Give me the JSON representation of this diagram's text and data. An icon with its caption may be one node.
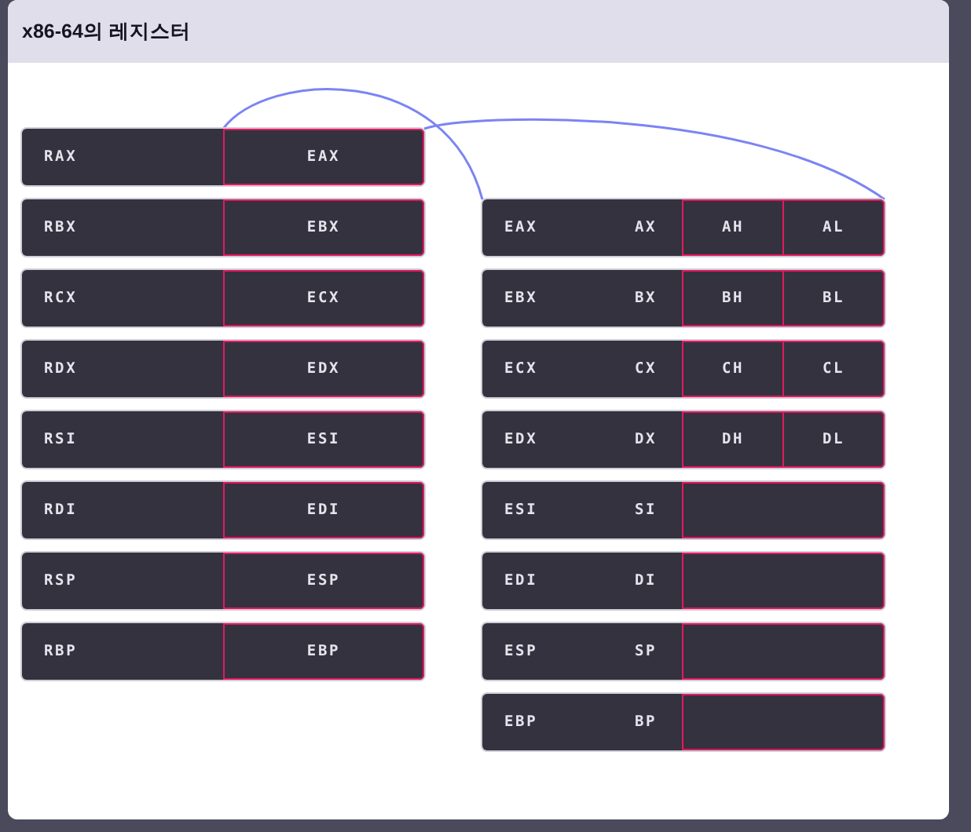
{
  "diagram": {
    "title": "x86-64의 레지스터",
    "nodes": [
      {
        "text": [
          "RAX"
        ]
      },
      {
        "text": [
          "EAX"
        ],
        "in": 0
      },
      {
        "text": [
          "RBX"
        ]
      },
      {
        "text": [
          "EBX"
        ],
        "in": 2
      },
      {
        "text": [
          "RCX"
        ]
      },
      {
        "text": [
          "ECX"
        ],
        "in": 4
      },
      {
        "text": [
          "RDX"
        ]
      },
      {
        "text": [
          "EDX"
        ],
        "in": 6
      },
      {
        "text": [
          "RSI"
        ]
      },
      {
        "text": [
          "ESI"
        ],
        "in": 8
      },
      {
        "text": [
          "RDI"
        ]
      },
      {
        "text": [
          "EDI"
        ],
        "in": 10
      },
      {
        "text": [
          "RSP"
        ]
      },
      {
        "text": [
          "ESP"
        ],
        "in": 12
      },
      {
        "text": [
          "RBP"
        ]
      },
      {
        "text": [
          "EBP"
        ],
        "in": 14
      },
      {
        "text": [
          "EAX",
          "AX"
        ]
      },
      {
        "text": [
          "AH"
        ],
        "in": 16
      },
      {
        "text": [
          "AL"
        ],
        "in": 16
      },
      {
        "text": [
          "EBX",
          "BX"
        ]
      },
      {
        "text": [
          "BH"
        ],
        "in": 19
      },
      {
        "text": [
          "BL"
        ],
        "in": 19
      },
      {
        "text": [
          "ECX",
          "CX"
        ]
      },
      {
        "text": [
          "CH"
        ],
        "in": 22
      },
      {
        "text": [
          "CL"
        ],
        "in": 22
      },
      {
        "text": [
          "EDX",
          "DX"
        ]
      },
      {
        "text": [
          "DH"
        ],
        "in": 25
      },
      {
        "text": [
          "DL"
        ],
        "in": 25
      },
      {
        "text": [
          "ESI",
          "SI"
        ]
      },
      {
        "text": [],
        "shape": "box",
        "in": 28
      },
      {
        "text": [
          "EDI",
          "DI"
        ]
      },
      {
        "text": [],
        "shape": "box",
        "in": 30
      },
      {
        "text": [
          "ESP",
          "SP"
        ]
      },
      {
        "text": [],
        "shape": "box",
        "in": 32
      },
      {
        "text": [
          "EBP",
          "BP"
        ]
      },
      {
        "text": [],
        "shape": "box",
        "in": 34
      }
    ],
    "edges": [
      {
        "from": 1,
        "to": 16,
        "arrow": "none"
      },
      {
        "from": 1,
        "to": 16,
        "arrow": "none"
      }
    ]
  }
}
